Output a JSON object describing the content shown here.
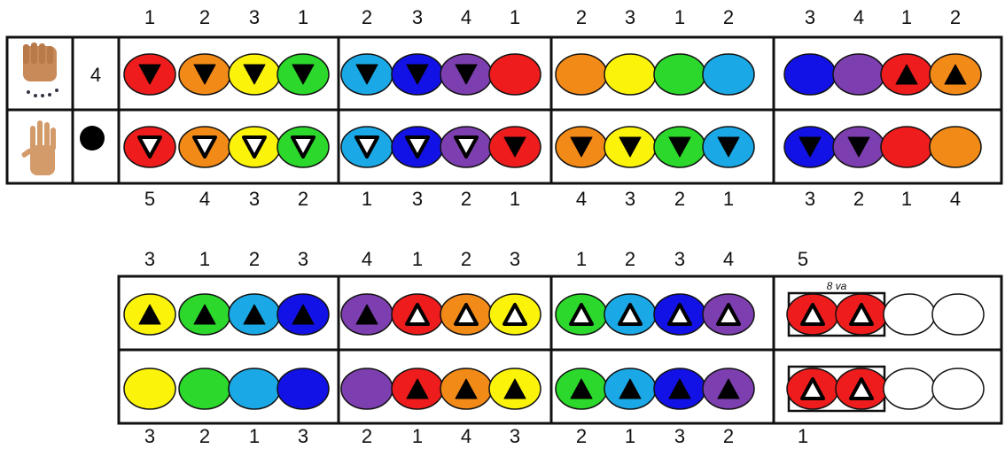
{
  "colors": {
    "red": "#ee1c1c",
    "orange": "#f28a17",
    "yellow": "#fbf30a",
    "green": "#2bd82b",
    "lightblue": "#1aa9e6",
    "blue": "#1212e6",
    "purple": "#7d3fb0",
    "white": "#ffffff",
    "outline": "#111111"
  },
  "section1": {
    "hand_icons": [
      "hand-back-icon",
      "hand-palm-icon"
    ],
    "row1_prefix": "4",
    "row2_prefix_symbol": "filled-circle",
    "top_numbers": [
      "1",
      "2",
      "3",
      "1",
      "2",
      "3",
      "4",
      "1",
      "2",
      "3",
      "1",
      "2",
      "3",
      "4",
      "1",
      "2"
    ],
    "bottom_numbers": [
      "5",
      "4",
      "3",
      "2",
      "1",
      "3",
      "2",
      "1",
      "4",
      "3",
      "2",
      "1",
      "3",
      "2",
      "1",
      "4"
    ],
    "row1": [
      {
        "color": "red",
        "mark": "down-black"
      },
      {
        "color": "orange",
        "mark": "down-black"
      },
      {
        "color": "yellow",
        "mark": "down-black"
      },
      {
        "color": "green",
        "mark": "down-black"
      },
      {
        "color": "lightblue",
        "mark": "down-black"
      },
      {
        "color": "blue",
        "mark": "down-black"
      },
      {
        "color": "purple",
        "mark": "down-black"
      },
      {
        "color": "red",
        "mark": "none"
      },
      {
        "color": "orange",
        "mark": "none"
      },
      {
        "color": "yellow",
        "mark": "none"
      },
      {
        "color": "green",
        "mark": "none"
      },
      {
        "color": "lightblue",
        "mark": "none"
      },
      {
        "color": "blue",
        "mark": "none"
      },
      {
        "color": "purple",
        "mark": "none"
      },
      {
        "color": "red",
        "mark": "up-black"
      },
      {
        "color": "orange",
        "mark": "up-black"
      }
    ],
    "row2": [
      {
        "color": "red",
        "mark": "down-white"
      },
      {
        "color": "orange",
        "mark": "down-white"
      },
      {
        "color": "yellow",
        "mark": "down-white"
      },
      {
        "color": "green",
        "mark": "down-white"
      },
      {
        "color": "lightblue",
        "mark": "down-white"
      },
      {
        "color": "blue",
        "mark": "down-white"
      },
      {
        "color": "purple",
        "mark": "down-white"
      },
      {
        "color": "red",
        "mark": "down-black"
      },
      {
        "color": "orange",
        "mark": "down-black"
      },
      {
        "color": "yellow",
        "mark": "down-black"
      },
      {
        "color": "green",
        "mark": "down-black"
      },
      {
        "color": "lightblue",
        "mark": "down-black"
      },
      {
        "color": "blue",
        "mark": "down-black"
      },
      {
        "color": "purple",
        "mark": "down-black"
      },
      {
        "color": "red",
        "mark": "none"
      },
      {
        "color": "orange",
        "mark": "none"
      }
    ]
  },
  "section2": {
    "top_numbers": [
      "3",
      "1",
      "2",
      "3",
      "4",
      "1",
      "2",
      "3",
      "1",
      "2",
      "3",
      "4",
      "5"
    ],
    "bottom_numbers": [
      "3",
      "2",
      "1",
      "3",
      "2",
      "1",
      "4",
      "3",
      "2",
      "1",
      "3",
      "2",
      "1"
    ],
    "octave_label": "8 va",
    "row1": [
      {
        "color": "yellow",
        "mark": "up-black"
      },
      {
        "color": "green",
        "mark": "up-black"
      },
      {
        "color": "lightblue",
        "mark": "up-black"
      },
      {
        "color": "blue",
        "mark": "up-black"
      },
      {
        "color": "purple",
        "mark": "up-black"
      },
      {
        "color": "red",
        "mark": "up-white"
      },
      {
        "color": "orange",
        "mark": "up-white"
      },
      {
        "color": "yellow",
        "mark": "up-white"
      },
      {
        "color": "green",
        "mark": "up-white"
      },
      {
        "color": "lightblue",
        "mark": "up-white"
      },
      {
        "color": "blue",
        "mark": "up-white"
      },
      {
        "color": "purple",
        "mark": "up-white"
      },
      {
        "color": "red",
        "mark": "up-white"
      },
      {
        "color": "red",
        "mark": "up-white"
      },
      {
        "color": "white",
        "mark": "none"
      },
      {
        "color": "white",
        "mark": "none"
      }
    ],
    "row2": [
      {
        "color": "yellow",
        "mark": "none"
      },
      {
        "color": "green",
        "mark": "none"
      },
      {
        "color": "lightblue",
        "mark": "none"
      },
      {
        "color": "blue",
        "mark": "none"
      },
      {
        "color": "purple",
        "mark": "none"
      },
      {
        "color": "red",
        "mark": "up-black"
      },
      {
        "color": "orange",
        "mark": "up-black"
      },
      {
        "color": "yellow",
        "mark": "up-black"
      },
      {
        "color": "green",
        "mark": "up-black"
      },
      {
        "color": "lightblue",
        "mark": "up-black"
      },
      {
        "color": "blue",
        "mark": "up-black"
      },
      {
        "color": "purple",
        "mark": "up-black"
      },
      {
        "color": "red",
        "mark": "up-white"
      },
      {
        "color": "red",
        "mark": "up-white"
      },
      {
        "color": "white",
        "mark": "none"
      },
      {
        "color": "white",
        "mark": "none"
      }
    ]
  }
}
